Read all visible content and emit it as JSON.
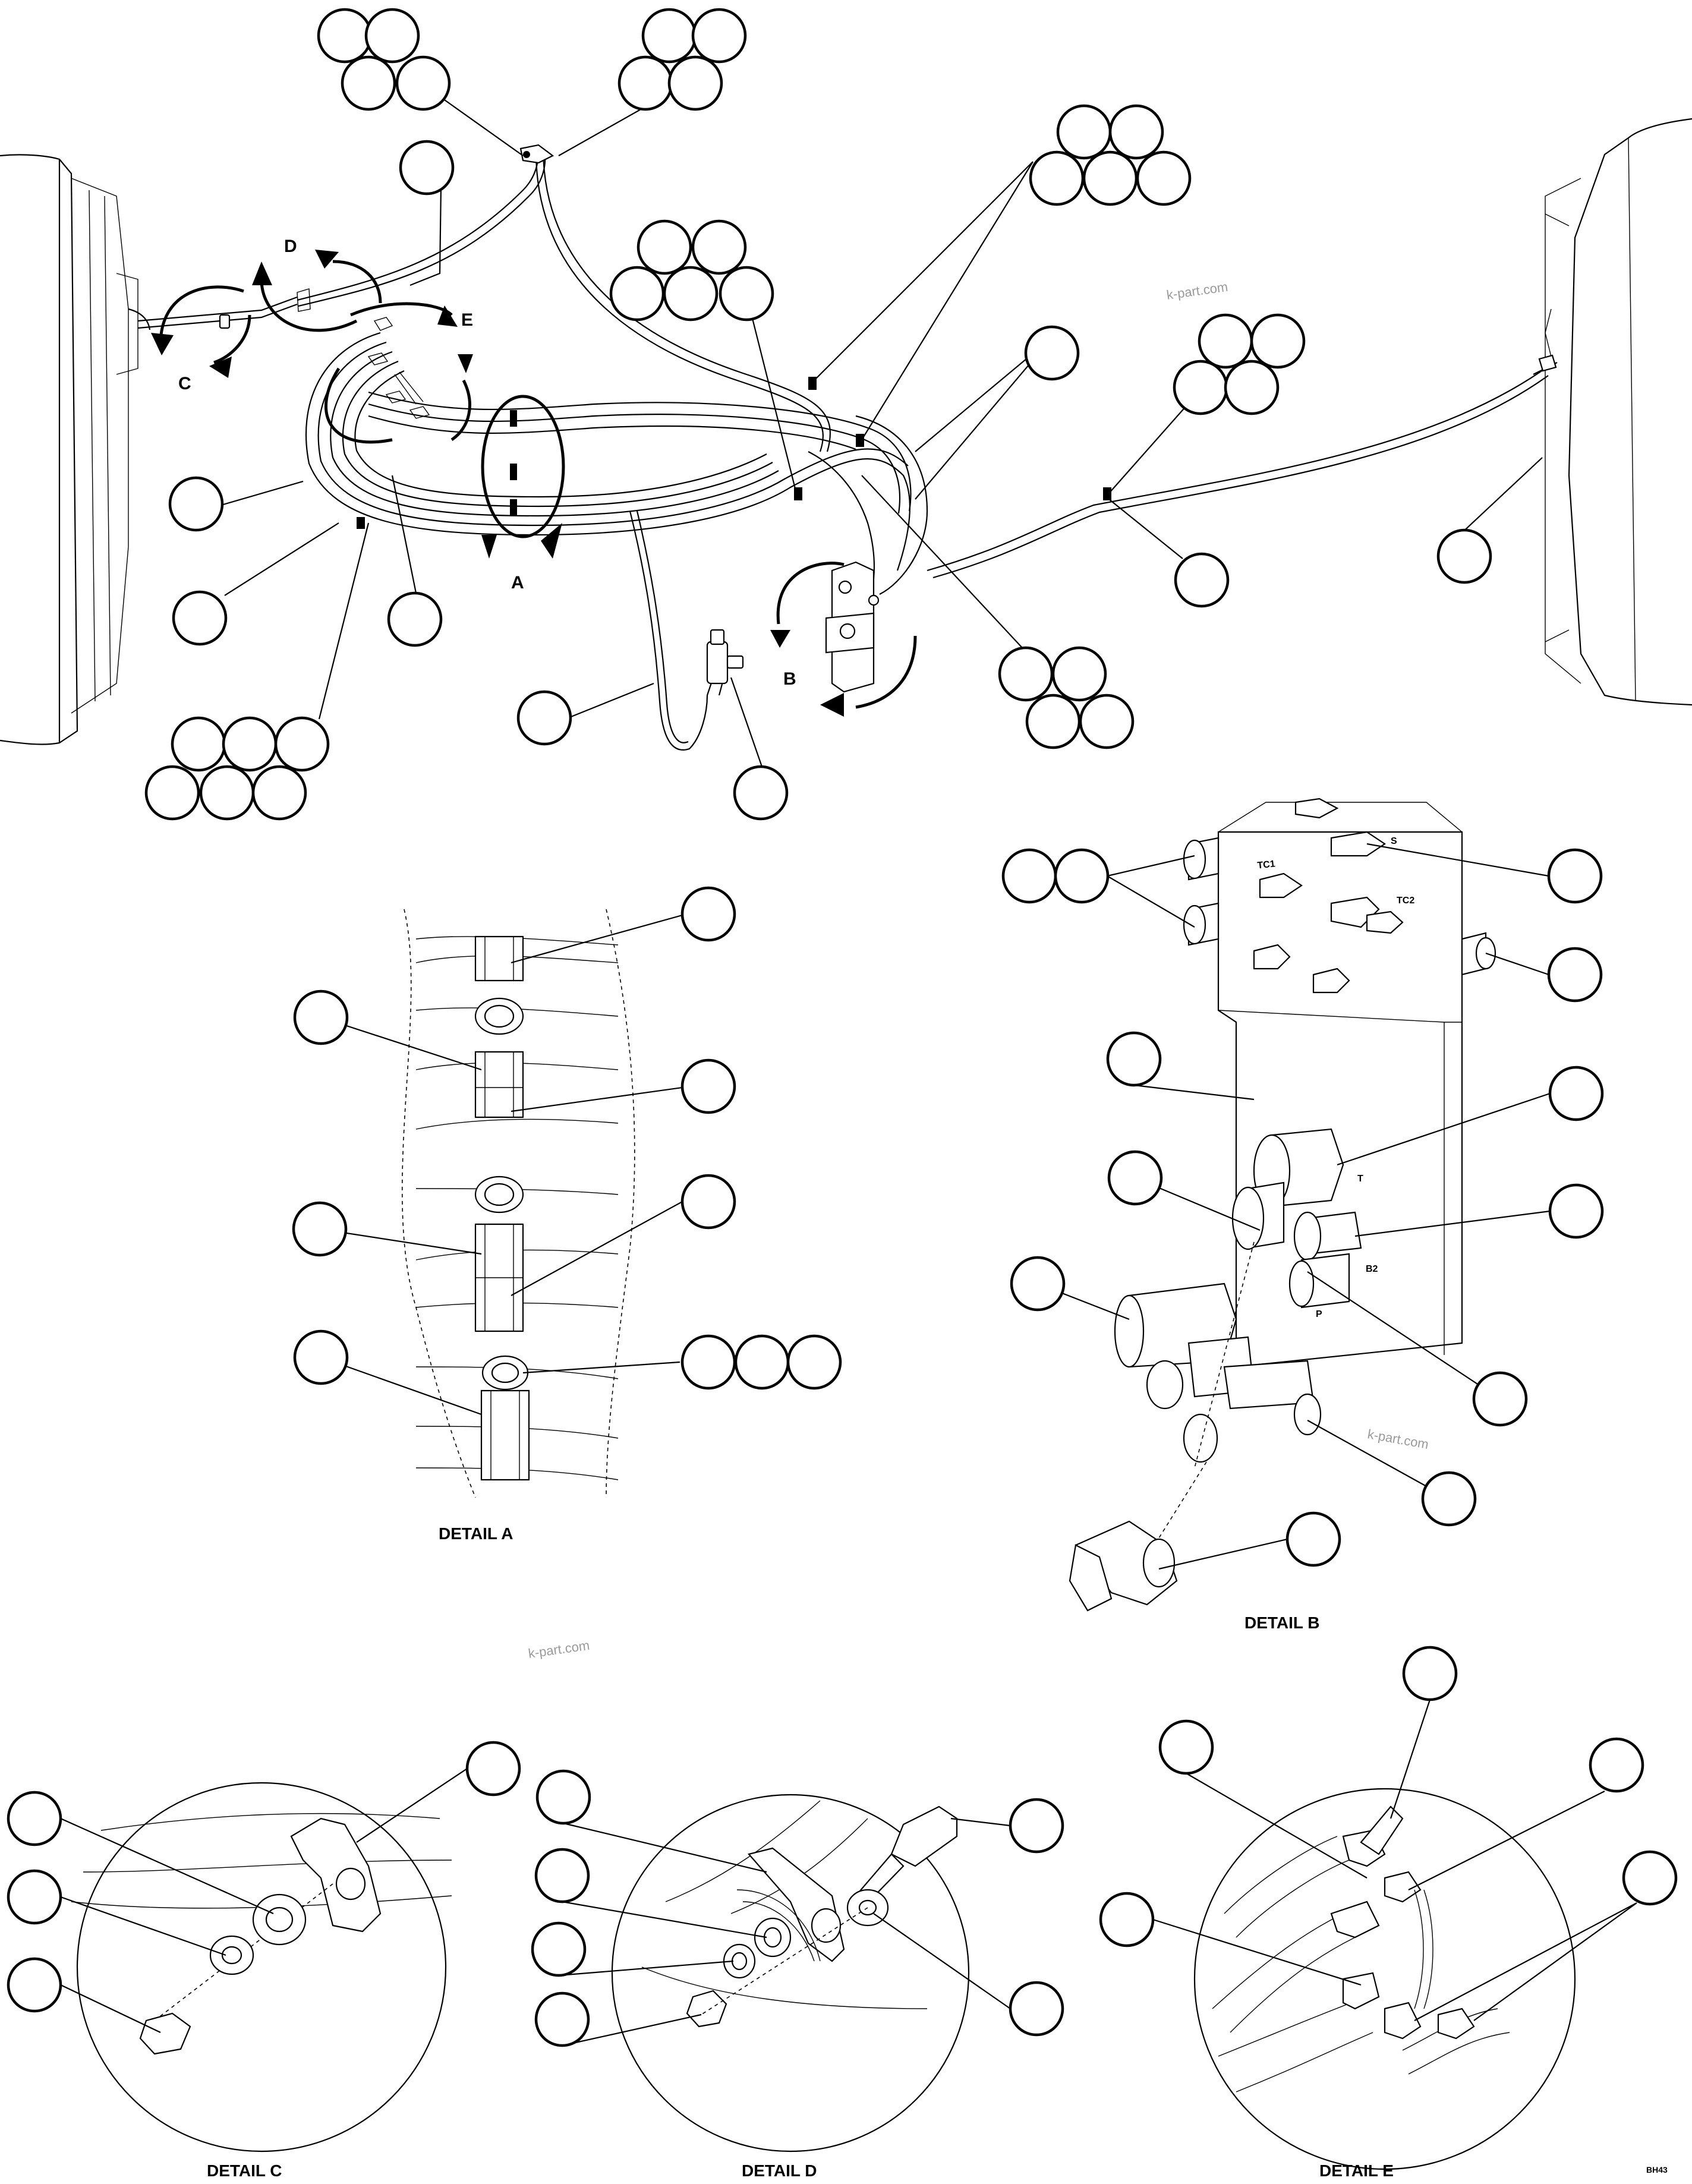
{
  "view_letters": {
    "a": "A",
    "b": "B",
    "c": "C",
    "d": "D",
    "e": "E"
  },
  "detail_titles": {
    "a": "DETAIL A",
    "b": "DETAIL B",
    "c": "DETAIL C",
    "d": "DETAIL D",
    "e": "DETAIL E"
  },
  "valve_port_labels": {
    "tc1": "TC1",
    "tc2": "TC2",
    "s": "S",
    "t": "T",
    "b2": "B2",
    "p": "P"
  },
  "watermarks": [
    "k-part.com",
    "k-part.com",
    "k-part.com"
  ],
  "figure_code": "BH43"
}
